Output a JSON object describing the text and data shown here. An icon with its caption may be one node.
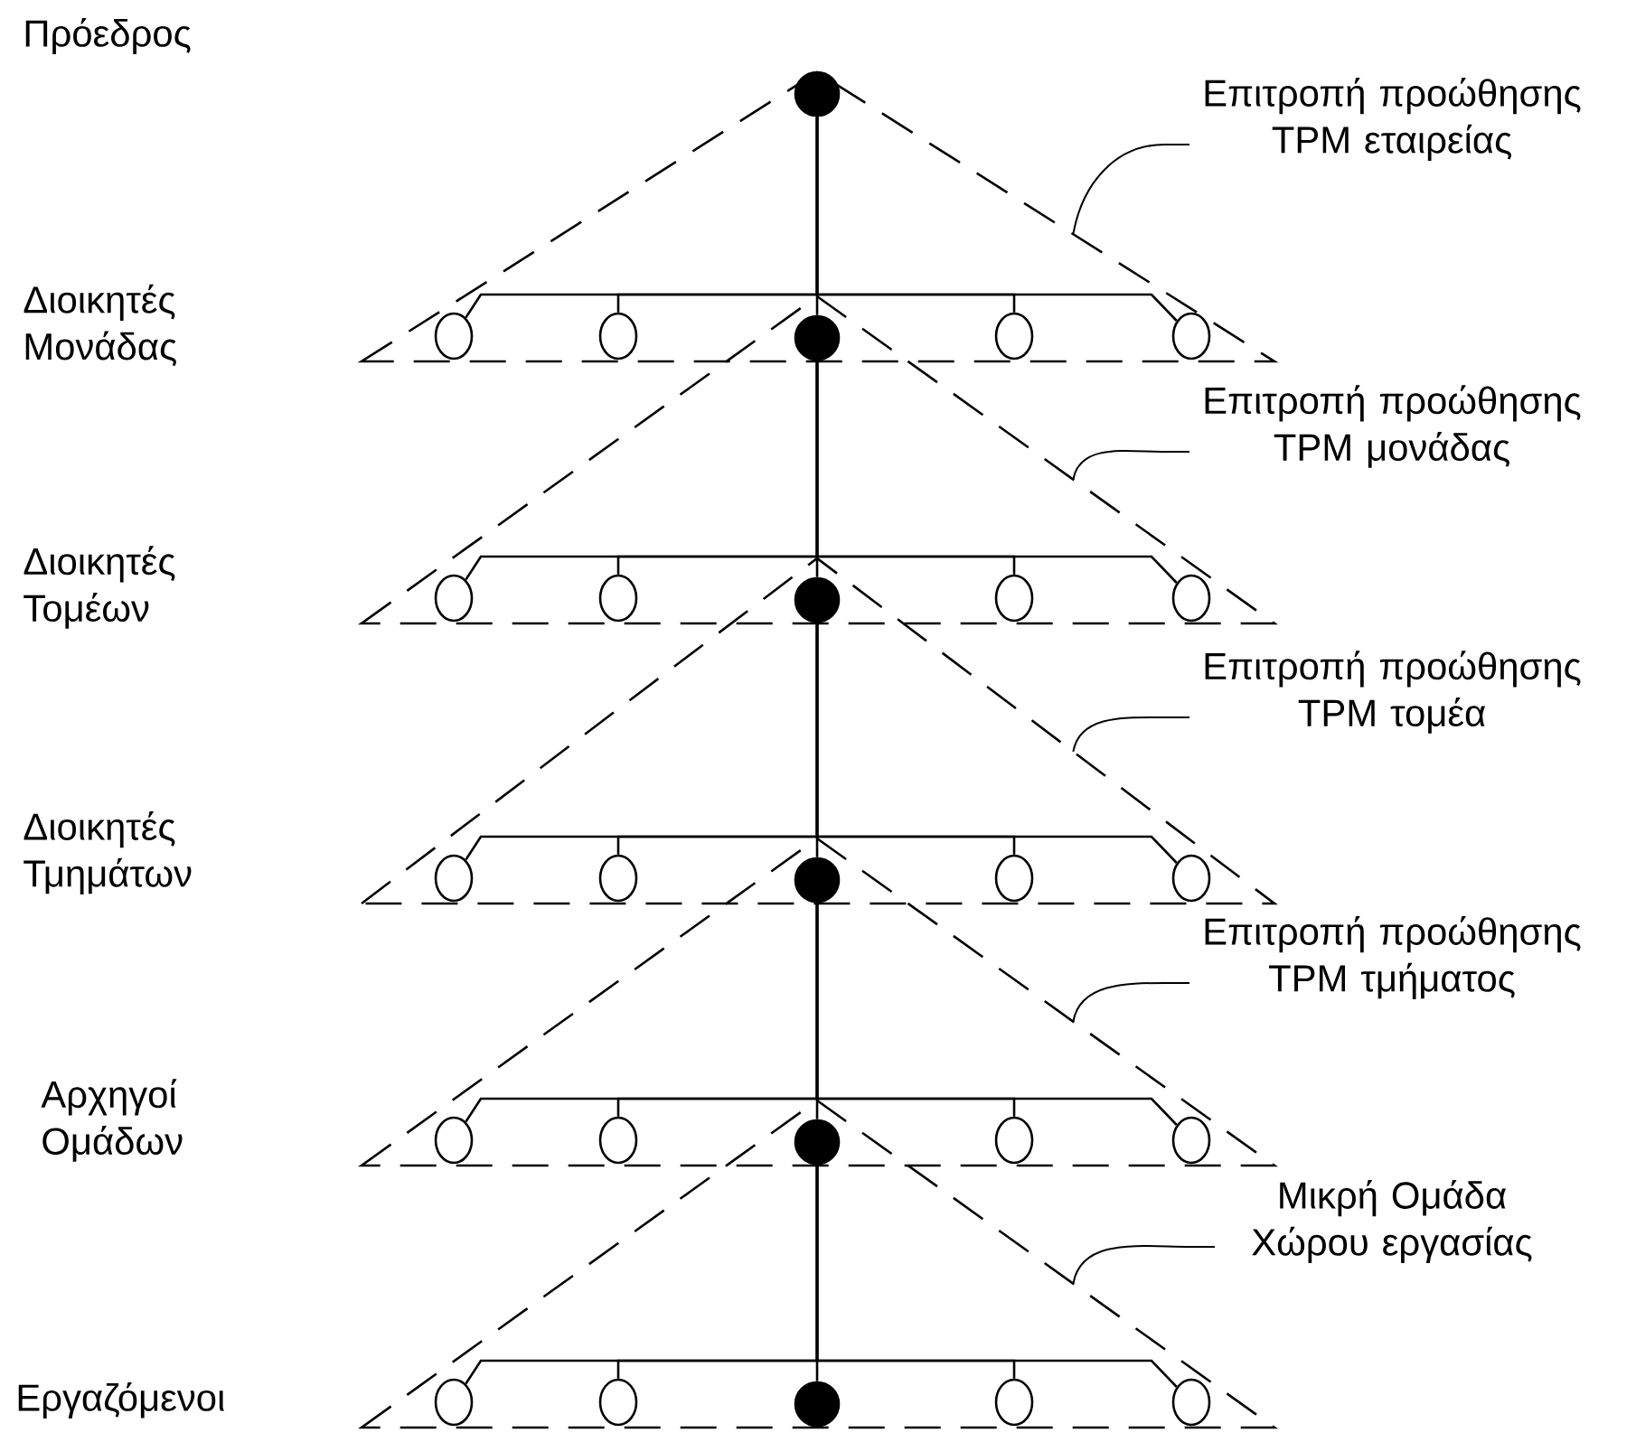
{
  "diagram": {
    "nodes": [
      {
        "text": [],
        "shape": "circle"
      },
      {
        "text": [],
        "shape": "circle"
      },
      {
        "text": [],
        "shape": "circle"
      },
      {
        "text": [],
        "shape": "circle"
      },
      {
        "text": [],
        "shape": "circle"
      },
      {
        "text": [],
        "shape": "circle"
      },
      {
        "text": [],
        "shape": "circle"
      },
      {
        "text": [],
        "shape": "circle"
      },
      {
        "text": [],
        "shape": "circle"
      },
      {
        "text": [],
        "shape": "circle"
      },
      {
        "text": [],
        "shape": "circle"
      },
      {
        "text": [],
        "shape": "circle"
      },
      {
        "text": [],
        "shape": "circle"
      },
      {
        "text": [],
        "shape": "circle"
      },
      {
        "text": [],
        "shape": "circle"
      },
      {
        "text": [],
        "shape": "circle"
      },
      {
        "text": [],
        "shape": "circle"
      },
      {
        "text": [],
        "shape": "circle"
      },
      {
        "text": [],
        "shape": "circle"
      },
      {
        "text": [],
        "shape": "circle"
      },
      {
        "text": [],
        "shape": "circle"
      },
      {
        "text": [],
        "shape": "circle"
      },
      {
        "text": [],
        "shape": "circle"
      },
      {
        "text": [],
        "shape": "circle"
      },
      {
        "text": [],
        "shape": "circle"
      },
      {
        "text": [],
        "shape": "circle"
      },
      {
        "text": [
          "Επιτροπή προώθησης TPM εταιρείας"
        ]
      },
      {
        "text": [
          "Επιτροπή προώθησης TPM μονάδας"
        ]
      },
      {
        "text": [
          "Επιτροπή προώθησης TPM τομέα"
        ]
      },
      {
        "text": [
          "Επιτροπή προώθησης TPM τμήματος"
        ]
      },
      {
        "text": [
          "Μικρή Ομάδα Χώρου εργασίας"
        ]
      }
    ],
    "edges": [
      {
        "from": 0,
        "to": 1,
        "arrow": "none"
      },
      {
        "from": 1,
        "to": 2,
        "arrow": "none"
      },
      {
        "from": 2,
        "to": 3,
        "arrow": "none"
      },
      {
        "from": 3,
        "to": 4,
        "arrow": "none"
      },
      {
        "from": 4,
        "to": 5,
        "arrow": "none"
      },
      {
        "from": 0,
        "to": 6,
        "arrow": "none"
      },
      {
        "from": 0,
        "to": 7,
        "arrow": "none"
      },
      {
        "from": 0,
        "to": 8,
        "arrow": "none"
      },
      {
        "from": 0,
        "to": 9,
        "arrow": "none"
      },
      {
        "from": 1,
        "to": 10,
        "arrow": "none"
      },
      {
        "from": 1,
        "to": 11,
        "arrow": "none"
      },
      {
        "from": 1,
        "to": 12,
        "arrow": "none"
      },
      {
        "from": 1,
        "to": 13,
        "arrow": "none"
      },
      {
        "from": 2,
        "to": 14,
        "arrow": "none"
      },
      {
        "from": 2,
        "to": 15,
        "arrow": "none"
      },
      {
        "from": 2,
        "to": 16,
        "arrow": "none"
      },
      {
        "from": 2,
        "to": 17,
        "arrow": "none"
      },
      {
        "from": 3,
        "to": 18,
        "arrow": "none"
      },
      {
        "from": 3,
        "to": 19,
        "arrow": "none"
      },
      {
        "from": 3,
        "to": 20,
        "arrow": "none"
      },
      {
        "from": 3,
        "to": 21,
        "arrow": "none"
      },
      {
        "from": 4,
        "to": 22,
        "arrow": "none"
      },
      {
        "from": 4,
        "to": 23,
        "arrow": "none"
      },
      {
        "from": 4,
        "to": 24,
        "arrow": "none"
      },
      {
        "from": 4,
        "to": 25,
        "arrow": "none"
      },
      {
        "from": 26,
        "to": null,
        "arrow": "none"
      },
      {
        "from": 27,
        "to": null,
        "arrow": "none"
      },
      {
        "from": 28,
        "to": null,
        "arrow": "none"
      },
      {
        "from": 29,
        "to": null,
        "arrow": "none"
      },
      {
        "from": 30,
        "to": null,
        "arrow": "none"
      }
    ],
    "labels": [
      "Πρόεδρος",
      "Διοικητές Μονάδας",
      "Διοικητές Τομέων",
      "Διοικητές Τμημάτων",
      "Αρχηγοί Ομάδων",
      "Εργαζόμενοι"
    ]
  }
}
